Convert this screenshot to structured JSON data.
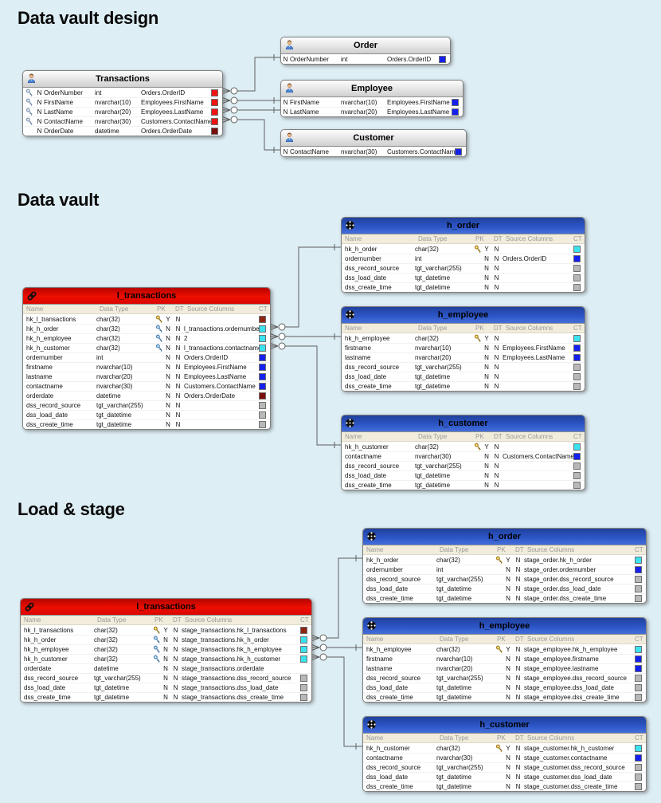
{
  "page": {
    "background": "#ddeef4"
  },
  "headings": {
    "design": "Data vault design",
    "vault": "Data vault",
    "load_stage": "Load & stage"
  },
  "column_headers": {
    "name": "Name",
    "data_type": "Data Type",
    "pk": "PK",
    "dt": "DT",
    "source_columns": "Source Columns",
    "ct": "CT"
  },
  "colors": {
    "red": "#ee1414",
    "darkred": "#7a0c0c",
    "brick": "#8e2512",
    "blue": "#1420ee",
    "cyan": "#3ae2ee",
    "gray": "#b8b8b8",
    "link_header": "#ee0e00",
    "hub_header": "#2c55c6",
    "entity_header": "#e9e9e9"
  },
  "tables": {
    "transactions": {
      "title": "Transactions",
      "icon": "person-icon",
      "rows": [
        {
          "key": "silver",
          "n": "N",
          "name": "OrderNumber",
          "type": "int",
          "source": "Orders.OrderID",
          "ct": "red"
        },
        {
          "key": "silver",
          "n": "N",
          "name": "FirstName",
          "type": "nvarchar(10)",
          "source": "Employees.FirstName",
          "ct": "red"
        },
        {
          "key": "silver",
          "n": "N",
          "name": "LastName",
          "type": "nvarchar(20)",
          "source": "Employees.LastName",
          "ct": "red"
        },
        {
          "key": "silver",
          "n": "N",
          "name": "ContactName",
          "type": "nvarchar(30)",
          "source": "Customers.ContactName",
          "ct": "red"
        },
        {
          "key": null,
          "n": "N",
          "name": "OrderDate",
          "type": "datetime",
          "source": "Orders.OrderDate",
          "ct": "darkred"
        }
      ]
    },
    "order": {
      "title": "Order",
      "icon": "person-icon",
      "rows": [
        {
          "key": null,
          "n": "N",
          "name": "OrderNumber",
          "type": "int",
          "source": "Orders.OrderID",
          "ct": "blue"
        }
      ]
    },
    "employee": {
      "title": "Employee",
      "icon": "person-icon",
      "rows": [
        {
          "key": null,
          "n": "N",
          "name": "FirstName",
          "type": "nvarchar(10)",
          "source": "Employees.FirstName",
          "ct": "blue"
        },
        {
          "key": null,
          "n": "N",
          "name": "LastName",
          "type": "nvarchar(20)",
          "source": "Employees.LastName",
          "ct": "blue"
        }
      ]
    },
    "customer": {
      "title": "Customer",
      "icon": "person-icon",
      "rows": [
        {
          "key": null,
          "n": "N",
          "name": "ContactName",
          "type": "nvarchar(30)",
          "source": "Customers.ContactName",
          "ct": "blue"
        }
      ]
    },
    "dv_l_transactions": {
      "title": "l_transactions",
      "icon": "link-icon",
      "rows": [
        {
          "key": "gold",
          "name": "hk_l_transactions",
          "type": "char(32)",
          "pk": "Y",
          "dt": "N",
          "source": "",
          "ct": "brick"
        },
        {
          "key": "blue",
          "name": "hk_h_order",
          "type": "char(32)",
          "pk": "N",
          "dt": "N",
          "source": "l_transactions.ordernumber",
          "ct": "cyan"
        },
        {
          "key": "blue",
          "name": "hk_h_employee",
          "type": "char(32)",
          "pk": "N",
          "dt": "N",
          "source": "2",
          "ct": "cyan"
        },
        {
          "key": "blue",
          "name": "hk_h_customer",
          "type": "char(32)",
          "pk": "N",
          "dt": "N",
          "source": "l_transactions.contactname",
          "ct": "cyan"
        },
        {
          "key": null,
          "name": "ordernumber",
          "type": "int",
          "pk": "N",
          "dt": "N",
          "source": "Orders.OrderID",
          "ct": "blue"
        },
        {
          "key": null,
          "name": "firstname",
          "type": "nvarchar(10)",
          "pk": "N",
          "dt": "N",
          "source": "Employees.FirstName",
          "ct": "blue"
        },
        {
          "key": null,
          "name": "lastname",
          "type": "nvarchar(20)",
          "pk": "N",
          "dt": "N",
          "source": "Employees.LastName",
          "ct": "blue"
        },
        {
          "key": null,
          "name": "contactname",
          "type": "nvarchar(30)",
          "pk": "N",
          "dt": "N",
          "source": "Customers.ContactName",
          "ct": "blue"
        },
        {
          "key": null,
          "name": "orderdate",
          "type": "datetime",
          "pk": "N",
          "dt": "N",
          "source": "Orders.OrderDate",
          "ct": "darkred"
        },
        {
          "key": null,
          "name": "dss_record_source",
          "type": "tgt_varchar(255)",
          "pk": "N",
          "dt": "N",
          "source": "",
          "ct": "gray"
        },
        {
          "key": null,
          "name": "dss_load_date",
          "type": "tgt_datetime",
          "pk": "N",
          "dt": "N",
          "source": "",
          "ct": "gray"
        },
        {
          "key": null,
          "name": "dss_create_time",
          "type": "tgt_datetime",
          "pk": "N",
          "dt": "N",
          "source": "",
          "ct": "gray"
        }
      ]
    },
    "dv_h_order": {
      "title": "h_order",
      "icon": "hub-icon",
      "rows": [
        {
          "key": "gold",
          "name": "hk_h_order",
          "type": "char(32)",
          "pk": "Y",
          "dt": "N",
          "source": "",
          "ct": "cyan"
        },
        {
          "key": null,
          "name": "ordernumber",
          "type": "int",
          "pk": "N",
          "dt": "N",
          "source": "Orders.OrderID",
          "ct": "blue"
        },
        {
          "key": null,
          "name": "dss_record_source",
          "type": "tgt_varchar(255)",
          "pk": "N",
          "dt": "N",
          "source": "",
          "ct": "gray"
        },
        {
          "key": null,
          "name": "dss_load_date",
          "type": "tgt_datetime",
          "pk": "N",
          "dt": "N",
          "source": "",
          "ct": "gray"
        },
        {
          "key": null,
          "name": "dss_create_time",
          "type": "tgt_datetime",
          "pk": "N",
          "dt": "N",
          "source": "",
          "ct": "gray"
        }
      ]
    },
    "dv_h_employee": {
      "title": "h_employee",
      "icon": "hub-icon",
      "rows": [
        {
          "key": "gold",
          "name": "hk_h_employee",
          "type": "char(32)",
          "pk": "Y",
          "dt": "N",
          "source": "",
          "ct": "cyan"
        },
        {
          "key": null,
          "name": "firstname",
          "type": "nvarchar(10)",
          "pk": "N",
          "dt": "N",
          "source": "Employees.FirstName",
          "ct": "blue"
        },
        {
          "key": null,
          "name": "lastname",
          "type": "nvarchar(20)",
          "pk": "N",
          "dt": "N",
          "source": "Employees.LastName",
          "ct": "blue"
        },
        {
          "key": null,
          "name": "dss_record_source",
          "type": "tgt_varchar(255)",
          "pk": "N",
          "dt": "N",
          "source": "",
          "ct": "gray"
        },
        {
          "key": null,
          "name": "dss_load_date",
          "type": "tgt_datetime",
          "pk": "N",
          "dt": "N",
          "source": "",
          "ct": "gray"
        },
        {
          "key": null,
          "name": "dss_create_time",
          "type": "tgt_datetime",
          "pk": "N",
          "dt": "N",
          "source": "",
          "ct": "gray"
        }
      ]
    },
    "dv_h_customer": {
      "title": "h_customer",
      "icon": "hub-icon",
      "rows": [
        {
          "key": "gold",
          "name": "hk_h_customer",
          "type": "char(32)",
          "pk": "Y",
          "dt": "N",
          "source": "",
          "ct": "cyan"
        },
        {
          "key": null,
          "name": "contactname",
          "type": "nvarchar(30)",
          "pk": "N",
          "dt": "N",
          "source": "Customers.ContactName",
          "ct": "blue"
        },
        {
          "key": null,
          "name": "dss_record_source",
          "type": "tgt_varchar(255)",
          "pk": "N",
          "dt": "N",
          "source": "",
          "ct": "gray"
        },
        {
          "key": null,
          "name": "dss_load_date",
          "type": "tgt_datetime",
          "pk": "N",
          "dt": "N",
          "source": "",
          "ct": "gray"
        },
        {
          "key": null,
          "name": "dss_create_time",
          "type": "tgt_datetime",
          "pk": "N",
          "dt": "N",
          "source": "",
          "ct": "gray"
        }
      ]
    },
    "ls_l_transactions": {
      "title": "l_transactions",
      "icon": "link-icon",
      "rows": [
        {
          "key": "gold",
          "name": "hk_l_transactions",
          "type": "char(32)",
          "pk": "Y",
          "dt": "N",
          "source": "stage_transactions.hk_l_transactions",
          "ct": "brick"
        },
        {
          "key": "blue",
          "name": "hk_h_order",
          "type": "char(32)",
          "pk": "N",
          "dt": "N",
          "source": "stage_transactions.hk_h_order",
          "ct": "cyan"
        },
        {
          "key": "blue",
          "name": "hk_h_employee",
          "type": "char(32)",
          "pk": "N",
          "dt": "N",
          "source": "stage_transactions.hk_h_employee",
          "ct": "cyan"
        },
        {
          "key": "blue",
          "name": "hk_h_customer",
          "type": "char(32)",
          "pk": "N",
          "dt": "N",
          "source": "stage_transactions.hk_h_customer",
          "ct": "cyan"
        },
        {
          "key": null,
          "name": "orderdate",
          "type": "datetime",
          "pk": "N",
          "dt": "N",
          "source": "stage_transactions.orderdate",
          "ct": null
        },
        {
          "key": null,
          "name": "dss_record_source",
          "type": "tgt_varchar(255)",
          "pk": "N",
          "dt": "N",
          "source": "stage_transactions.dss_record_source",
          "ct": "gray"
        },
        {
          "key": null,
          "name": "dss_load_date",
          "type": "tgt_datetime",
          "pk": "N",
          "dt": "N",
          "source": "stage_transactions.dss_load_date",
          "ct": "gray"
        },
        {
          "key": null,
          "name": "dss_create_time",
          "type": "tgt_datetime",
          "pk": "N",
          "dt": "N",
          "source": "stage_transactions.dss_create_time",
          "ct": "gray"
        }
      ]
    },
    "ls_h_order": {
      "title": "h_order",
      "icon": "hub-icon",
      "rows": [
        {
          "key": "gold",
          "name": "hk_h_order",
          "type": "char(32)",
          "pk": "Y",
          "dt": "N",
          "source": "stage_order.hk_h_order",
          "ct": "cyan"
        },
        {
          "key": null,
          "name": "ordernumber",
          "type": "int",
          "pk": "N",
          "dt": "N",
          "source": "stage_order.ordernumber",
          "ct": "blue"
        },
        {
          "key": null,
          "name": "dss_record_source",
          "type": "tgt_varchar(255)",
          "pk": "N",
          "dt": "N",
          "source": "stage_order.dss_record_source",
          "ct": "gray"
        },
        {
          "key": null,
          "name": "dss_load_date",
          "type": "tgt_datetime",
          "pk": "N",
          "dt": "N",
          "source": "stage_order.dss_load_date",
          "ct": "gray"
        },
        {
          "key": null,
          "name": "dss_create_time",
          "type": "tgt_datetime",
          "pk": "N",
          "dt": "N",
          "source": "stage_order.dss_create_time",
          "ct": "gray"
        }
      ]
    },
    "ls_h_employee": {
      "title": "h_employee",
      "icon": "hub-icon",
      "rows": [
        {
          "key": "gold",
          "name": "hk_h_employee",
          "type": "char(32)",
          "pk": "Y",
          "dt": "N",
          "source": "stage_employee.hk_h_employee",
          "ct": "cyan"
        },
        {
          "key": null,
          "name": "firstname",
          "type": "nvarchar(10)",
          "pk": "N",
          "dt": "N",
          "source": "stage_employee.firstname",
          "ct": "blue"
        },
        {
          "key": null,
          "name": "lastname",
          "type": "nvarchar(20)",
          "pk": "N",
          "dt": "N",
          "source": "stage_employee.lastname",
          "ct": "blue"
        },
        {
          "key": null,
          "name": "dss_record_source",
          "type": "tgt_varchar(255)",
          "pk": "N",
          "dt": "N",
          "source": "stage_employee.dss_record_source",
          "ct": "gray"
        },
        {
          "key": null,
          "name": "dss_load_date",
          "type": "tgt_datetime",
          "pk": "N",
          "dt": "N",
          "source": "stage_employee.dss_load_date",
          "ct": "gray"
        },
        {
          "key": null,
          "name": "dss_create_time",
          "type": "tgt_datetime",
          "pk": "N",
          "dt": "N",
          "source": "stage_employee.dss_create_time",
          "ct": "gray"
        }
      ]
    },
    "ls_h_customer": {
      "title": "h_customer",
      "icon": "hub-icon",
      "rows": [
        {
          "key": "gold",
          "name": "hk_h_customer",
          "type": "char(32)",
          "pk": "Y",
          "dt": "N",
          "source": "stage_customer.hk_h_customer",
          "ct": "cyan"
        },
        {
          "key": null,
          "name": "contactname",
          "type": "nvarchar(30)",
          "pk": "N",
          "dt": "N",
          "source": "stage_customer.contactname",
          "ct": "blue"
        },
        {
          "key": null,
          "name": "dss_record_source",
          "type": "tgt_varchar(255)",
          "pk": "N",
          "dt": "N",
          "source": "stage_customer.dss_record_source",
          "ct": "gray"
        },
        {
          "key": null,
          "name": "dss_load_date",
          "type": "tgt_datetime",
          "pk": "N",
          "dt": "N",
          "source": "stage_customer.dss_load_date",
          "ct": "gray"
        },
        {
          "key": null,
          "name": "dss_create_time",
          "type": "tgt_datetime",
          "pk": "N",
          "dt": "N",
          "source": "stage_customer.dss_create_time",
          "ct": "gray"
        }
      ]
    }
  }
}
